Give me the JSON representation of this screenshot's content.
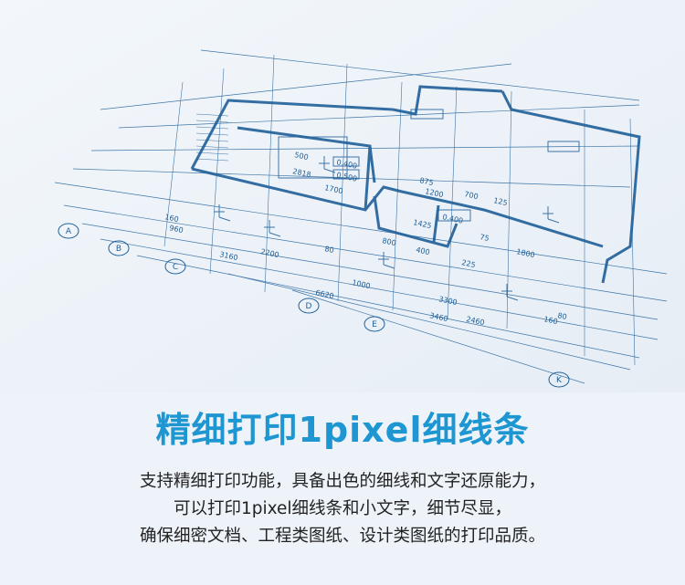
{
  "headline": "精细打印1pixel细线条",
  "description": {
    "line1": "支持精细打印功能，具备出色的细线和文字还原能力，",
    "line2": "可以打印1pixel细线条和小文字，细节尽显，",
    "line3": "确保细密文档、工程类图纸、设计类图纸的打印品质。"
  },
  "colors": {
    "headline": "#1d96d2",
    "body_text": "#222222",
    "blueprint": "#1f5f99",
    "background": "#eef3f9"
  },
  "blueprint": {
    "grid_labels": [
      "A",
      "B",
      "C",
      "D",
      "E",
      "K"
    ],
    "dimensions": [
      "1800",
      "3300",
      "2460",
      "3460",
      "160",
      "6620",
      "1000",
      "3160",
      "2200",
      "960",
      "160",
      "1425",
      "400",
      "225",
      "800",
      "500",
      "2818",
      "1700",
      "0.400",
      "0.500",
      "0.400",
      "700",
      "125",
      "75",
      "875",
      "1200",
      "80",
      "80"
    ]
  }
}
